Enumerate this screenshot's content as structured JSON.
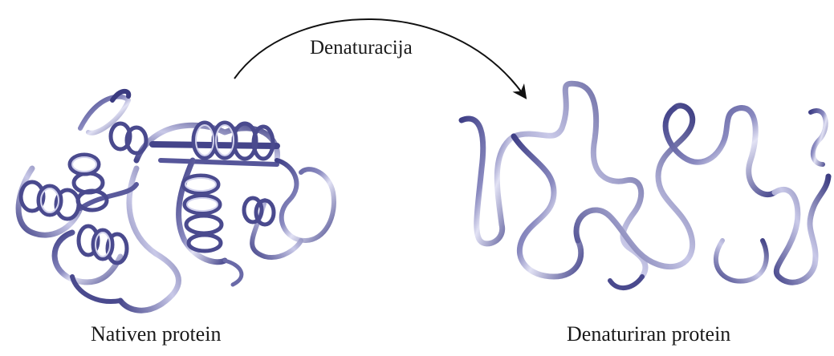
{
  "diagram": {
    "arrow_label": "Denaturacija",
    "native_label": "Nativen protein",
    "denatured_label": "Denaturiran protein"
  },
  "colors": {
    "ribbon_dark": "#4a4a8e",
    "ribbon_mid": "#7c7cb4",
    "ribbon_light": "#d6d6ee",
    "arrow": "#111111"
  }
}
